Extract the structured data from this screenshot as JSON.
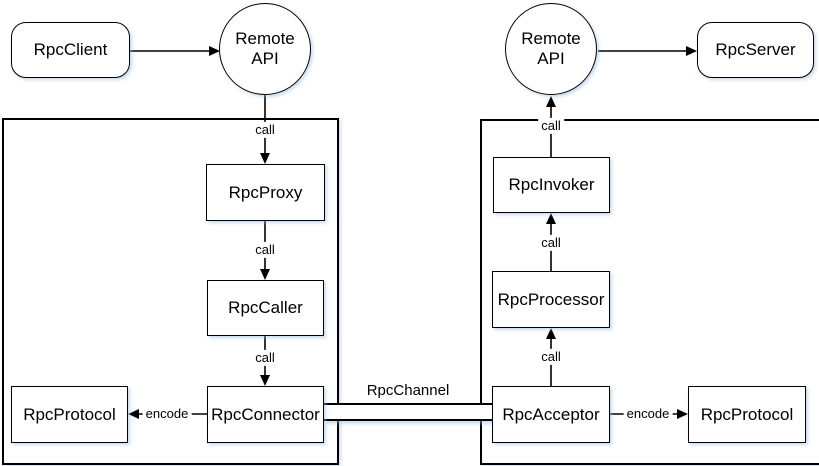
{
  "colors": {
    "stroke": "#000000",
    "background": "#ffffff",
    "shadow_tint": "#96b9dc"
  },
  "nodes": {
    "client": "RpcClient",
    "server": "RpcServer",
    "remote_api_left": {
      "line1": "Remote",
      "line2": "API"
    },
    "remote_api_right": {
      "line1": "Remote",
      "line2": "API"
    },
    "proxy": "RpcProxy",
    "caller": "RpcCaller",
    "connector": "RpcConnector",
    "protocol_left": "RpcProtocol",
    "invoker": "RpcInvoker",
    "processor": "RpcProcessor",
    "acceptor": "RpcAcceptor",
    "protocol_right": "RpcProtocol"
  },
  "labels": {
    "call": "call",
    "encode": "encode",
    "channel": "RpcChannel"
  }
}
